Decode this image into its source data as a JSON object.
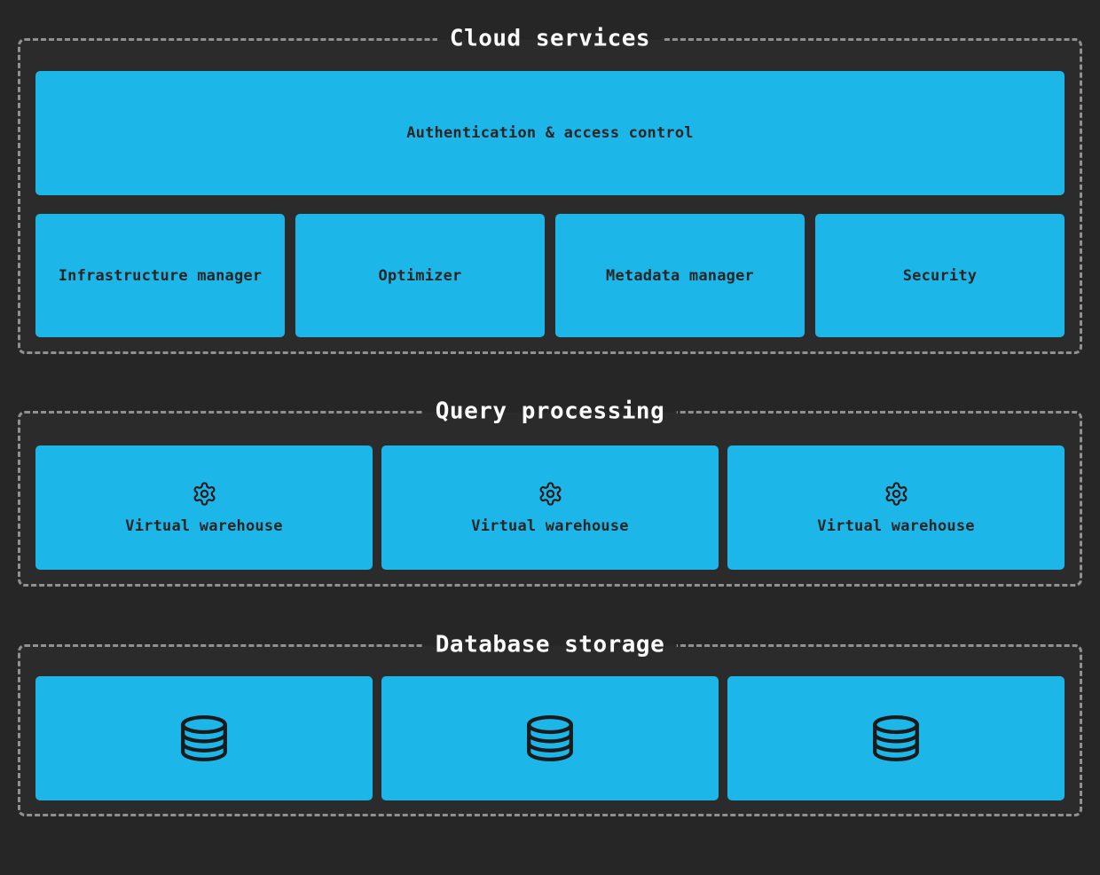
{
  "colors": {
    "page_background": "#262626",
    "section_fill": "#2b2b2b",
    "section_border": "#909090",
    "node_fill": "#1cb6e8",
    "node_text": "#262626",
    "title_text": "#fafafa",
    "icon_stroke": "#1a1a1a"
  },
  "sections": [
    {
      "title": "Cloud services",
      "boxes": [
        {
          "label": "Authentication & access control"
        },
        {
          "label": "Infrastructure manager"
        },
        {
          "label": "Optimizer"
        },
        {
          "label": "Metadata manager"
        },
        {
          "label": "Security"
        }
      ]
    },
    {
      "title": "Query processing",
      "boxes": [
        {
          "icon": "gear-icon",
          "label": "Virtual warehouse"
        },
        {
          "icon": "gear-icon",
          "label": "Virtual warehouse"
        },
        {
          "icon": "gear-icon",
          "label": "Virtual warehouse"
        }
      ]
    },
    {
      "title": "Database storage",
      "boxes": [
        {
          "icon": "database-icon"
        },
        {
          "icon": "database-icon"
        },
        {
          "icon": "database-icon"
        }
      ]
    }
  ]
}
